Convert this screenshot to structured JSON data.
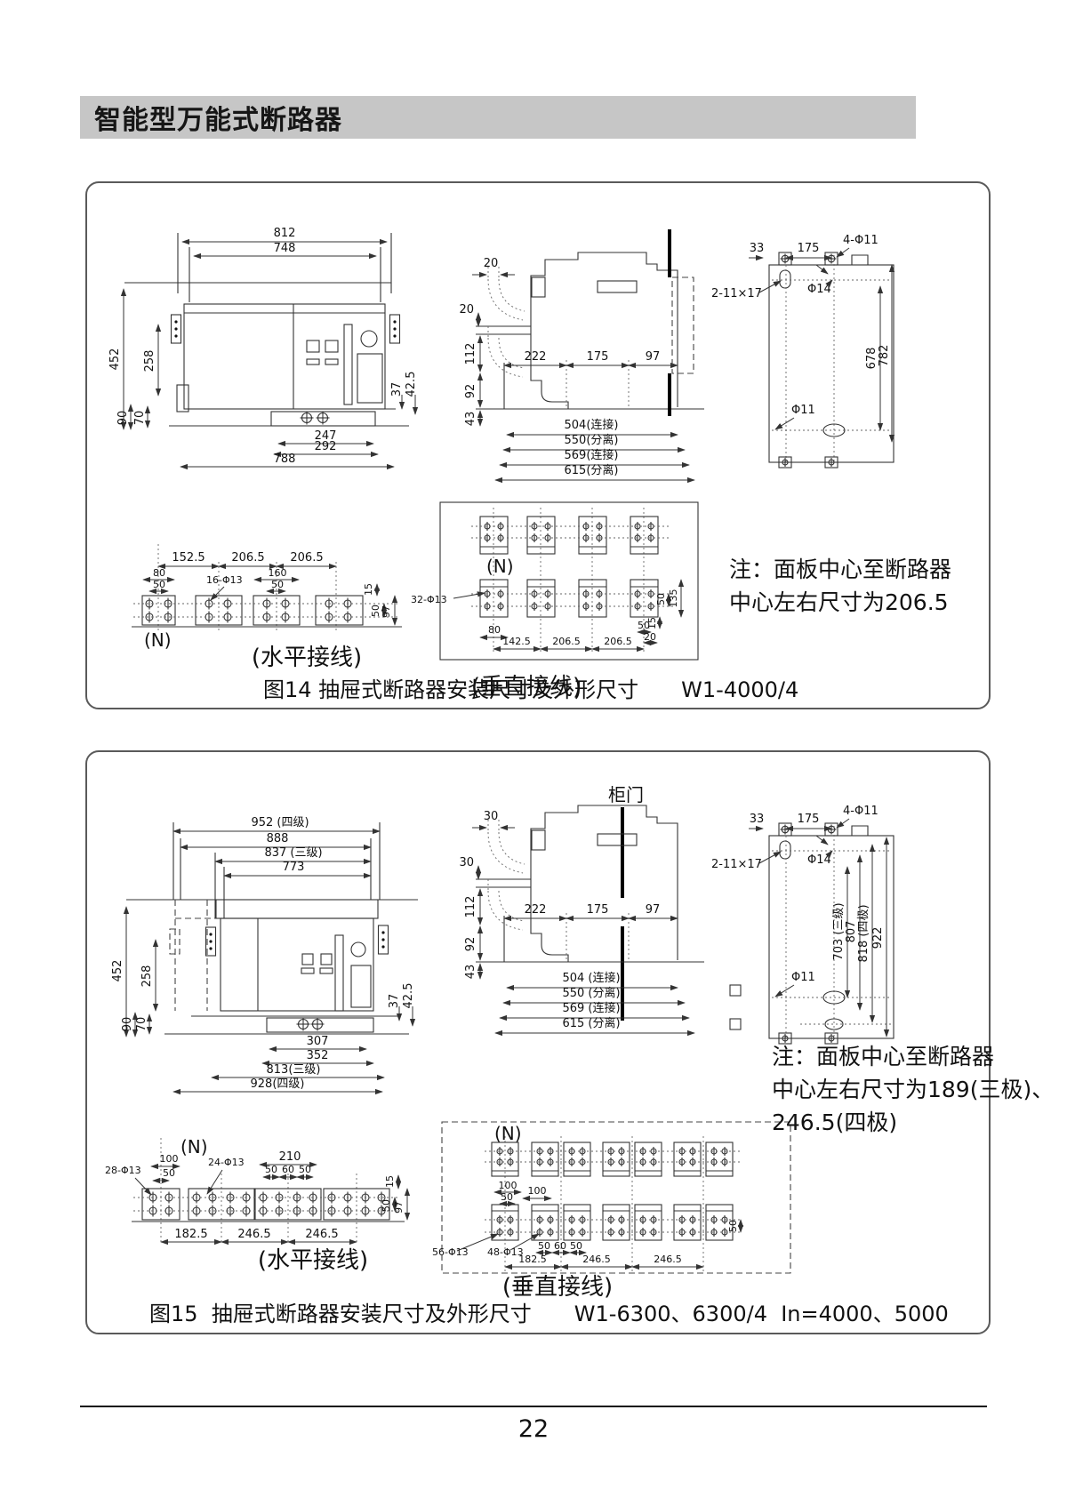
{
  "header": {
    "title": "智能型万能式断路器"
  },
  "footer": {
    "page_number": "22"
  },
  "fig14": {
    "caption": "图14 抽屉式断路器安装尺寸及外形尺寸　　W1-4000/4",
    "note": {
      "line1": "注：面板中心至断路器",
      "line2": "中心左右尺寸为206.5"
    },
    "front": {
      "d812": "812",
      "d748": "748",
      "d452": "452",
      "d258": "258",
      "d90": "90",
      "d70": "70",
      "d247": "247",
      "d292": "292",
      "d788": "788",
      "d37": "37",
      "d42_5": "42.5"
    },
    "side": {
      "g20a": "20",
      "g20b": "20",
      "d112": "112",
      "d92": "92",
      "d43": "43",
      "d222": "222",
      "d175": "175",
      "d97": "97",
      "c504": "504(连接)",
      "c550": "550(分离)",
      "c569": "569(连接)",
      "c615": "615(分离)"
    },
    "rear": {
      "d33": "33",
      "d175": "175",
      "f11x4": "4-Φ11",
      "slot": "2-11×17",
      "f14": "Φ14",
      "f11": "Φ11",
      "d678": "678",
      "d782": "782"
    },
    "horiz": {
      "n": "(N)",
      "cap": "(水平接线)",
      "d152_5": "152.5",
      "d206_5a": "206.5",
      "d206_5b": "206.5",
      "d80": "80",
      "d50a": "50",
      "d160": "160",
      "d50b": "50",
      "holes": "16-Φ13",
      "d15": "15",
      "d50c": "50",
      "d97": "97"
    },
    "vert": {
      "n": "(N)",
      "cap": "(垂直接线)",
      "holes": "32-Φ13",
      "d80": "80",
      "d142_5": "142.5",
      "d206_5a": "206.5",
      "d206_5b": "206.5",
      "d50a": "50",
      "d20a": "20",
      "d50b": "50",
      "d135": "135",
      "d15": "15"
    }
  },
  "fig15": {
    "caption": "图15  抽屉式断路器安装尺寸及外形尺寸　　W1-6300、6300/4  In=4000、5000",
    "note": {
      "line1": "注：面板中心至断路器",
      "line2": "中心左右尺寸为189(三极)、",
      "line3": "246.5(四极)"
    },
    "front": {
      "d952": "952 (四级)",
      "d888": "888",
      "d837": "837 (三级)",
      "d773": "773",
      "d452": "452",
      "d258": "258",
      "d90": "90",
      "d70": "70",
      "d37": "37",
      "d42_5": "42.5",
      "d307": "307",
      "d352": "352",
      "d813": "813(三级)",
      "d928": "928(四级)"
    },
    "side": {
      "door": "柜门",
      "g30a": "30",
      "g30b": "30",
      "d112": "112",
      "d92": "92",
      "d43": "43",
      "d222": "222",
      "d175": "175",
      "d97": "97",
      "c504": "504 (连接)",
      "c550": "550 (分离)",
      "c569": "569 (连接)",
      "c615": "615 (分离)"
    },
    "rear": {
      "d33": "33",
      "d175": "175",
      "f11x4": "4-Φ11",
      "slot": "2-11×17",
      "f14": "Φ14",
      "f11": "Φ11",
      "d703": "703 (三级)",
      "d807": "807",
      "d818": "818 (四极)",
      "d922": "922"
    },
    "horiz": {
      "n": "(N)",
      "cap": "(水平接线)",
      "d100": "100",
      "d50a": "50",
      "holes28": "28-Φ13",
      "holes24": "24-Φ13",
      "d210": "210",
      "d50b": "50",
      "d60": "60",
      "d50c": "50",
      "d15": "15",
      "d50d": "50",
      "d97": "97",
      "d182_5": "182.5",
      "d246_5a": "246.5",
      "d246_5b": "246.5"
    },
    "vert": {
      "n": "(N)",
      "cap": "(垂直接线)",
      "holes56": "56-Φ13",
      "holes48": "48-Φ13",
      "d100a": "100",
      "d50a": "50",
      "d100b": "100",
      "d50b": "50",
      "d60": "60",
      "d50c": "50",
      "d182_5": "182.5",
      "d246_5a": "246.5",
      "d246_5b": "246.5",
      "d50r": "50"
    }
  }
}
